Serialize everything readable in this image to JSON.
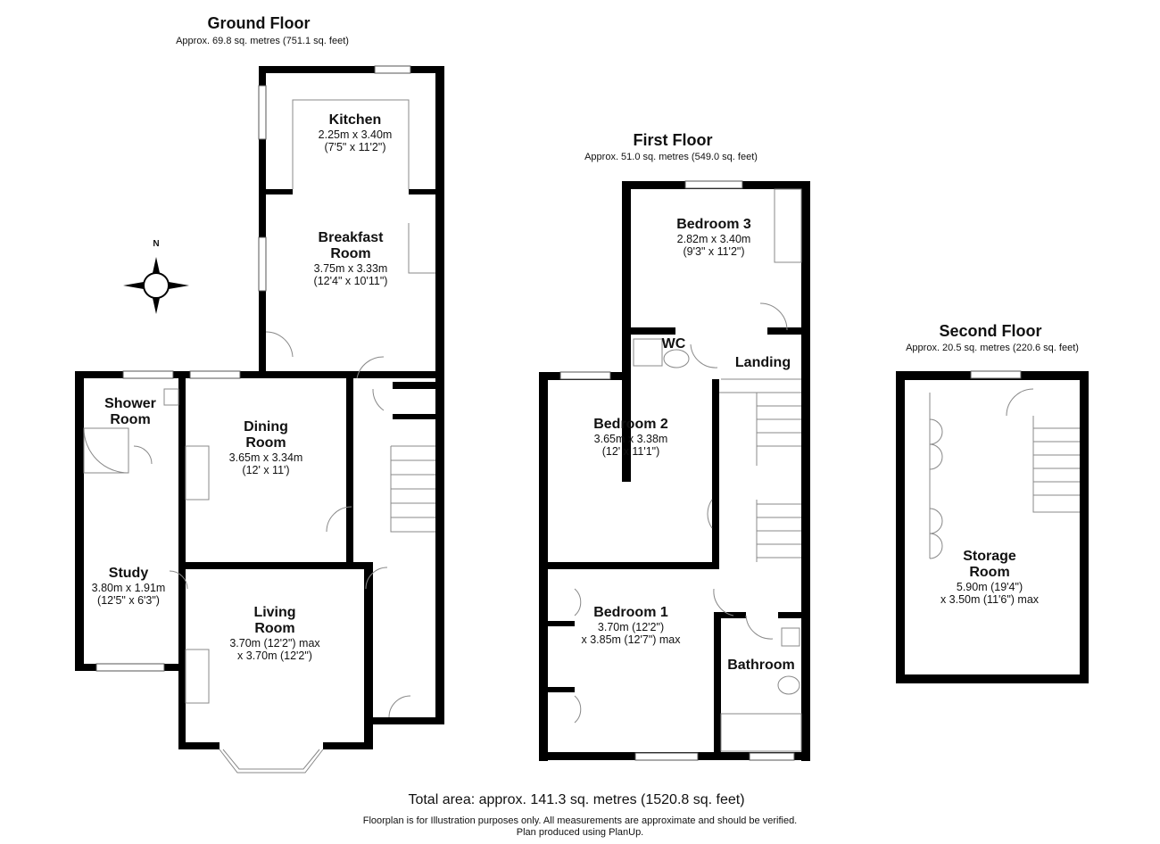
{
  "floors": {
    "ground": {
      "title": "Ground Floor",
      "area": "Approx. 69.8 sq. metres (751.1 sq. feet)"
    },
    "first": {
      "title": "First Floor",
      "area": "Approx. 51.0 sq. metres (549.0 sq. feet)"
    },
    "second": {
      "title": "Second Floor",
      "area": "Approx. 20.5 sq. metres (220.6 sq. feet)"
    }
  },
  "compass": {
    "label": "N"
  },
  "rooms": {
    "kitchen": {
      "name": "Kitchen",
      "dim1": "2.25m x 3.40m",
      "dim2": "(7'5\" x 11'2\")"
    },
    "breakfast": {
      "name1": "Breakfast",
      "name2": "Room",
      "dim1": "3.75m x 3.33m",
      "dim2": "(12'4\" x 10'11\")"
    },
    "shower": {
      "name1": "Shower",
      "name2": "Room"
    },
    "dining": {
      "name1": "Dining",
      "name2": "Room",
      "dim1": "3.65m x 3.34m",
      "dim2": "(12' x 11')"
    },
    "study": {
      "name": "Study",
      "dim1": "3.80m x 1.91m",
      "dim2": "(12'5\" x 6'3\")"
    },
    "living": {
      "name1": "Living",
      "name2": "Room",
      "dim1": "3.70m (12'2\") max",
      "dim2": "x 3.70m (12'2\")"
    },
    "bedroom3": {
      "name": "Bedroom 3",
      "dim1": "2.82m x 3.40m",
      "dim2": "(9'3\" x 11'2\")"
    },
    "wc": {
      "name": "WC"
    },
    "landing": {
      "name": "Landing"
    },
    "bedroom2": {
      "name": "Bedroom 2",
      "dim1": "3.65m x 3.38m",
      "dim2": "(12' x 11'1\")"
    },
    "bedroom1": {
      "name": "Bedroom 1",
      "dim1": "3.70m (12'2\")",
      "dim2": "x 3.85m (12'7\") max"
    },
    "bathroom": {
      "name": "Bathroom"
    },
    "storage": {
      "name1": "Storage",
      "name2": "Room",
      "dim1": "5.90m (19'4\")",
      "dim2": "x 3.50m (11'6\") max"
    }
  },
  "footer": {
    "total": "Total area: approx. 141.3 sq. metres (1520.8 sq. feet)",
    "disclaimer": "Floorplan is for Illustration purposes only. All measurements are approximate and should be verified.",
    "produced": "Plan produced using PlanUp."
  },
  "colors": {
    "wall": "#000000",
    "fixture": "#888888"
  }
}
